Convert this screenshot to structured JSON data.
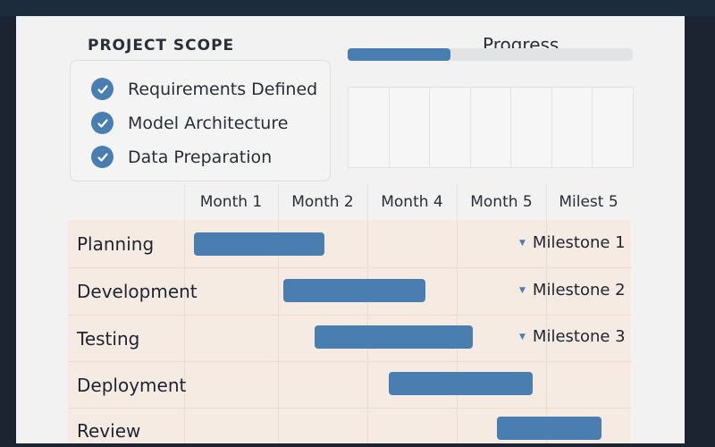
{
  "scope": {
    "title": "PROJECT SCOPE",
    "items": [
      {
        "label": "Requirements Defined"
      },
      {
        "label": "Model Architecture"
      },
      {
        "label": "Data Preparation"
      }
    ]
  },
  "progress": {
    "label": "Progress",
    "fraction": 0.36
  },
  "gantt": {
    "headers": [
      "Month 1",
      "Month 2",
      "Month 4",
      "Month 5",
      "Milest 5"
    ],
    "tasks": [
      {
        "label": "Planning",
        "milestone": "Milestone 1"
      },
      {
        "label": "Development",
        "milestone": "Milestone 2"
      },
      {
        "label": "Testing",
        "milestone": "Milestone 3"
      },
      {
        "label": "Deployment",
        "milestone": ""
      },
      {
        "label": "Review",
        "milestone": ""
      }
    ]
  },
  "colors": {
    "accent": "#4a7eb0",
    "gantt_background": "#f5ebe3"
  }
}
